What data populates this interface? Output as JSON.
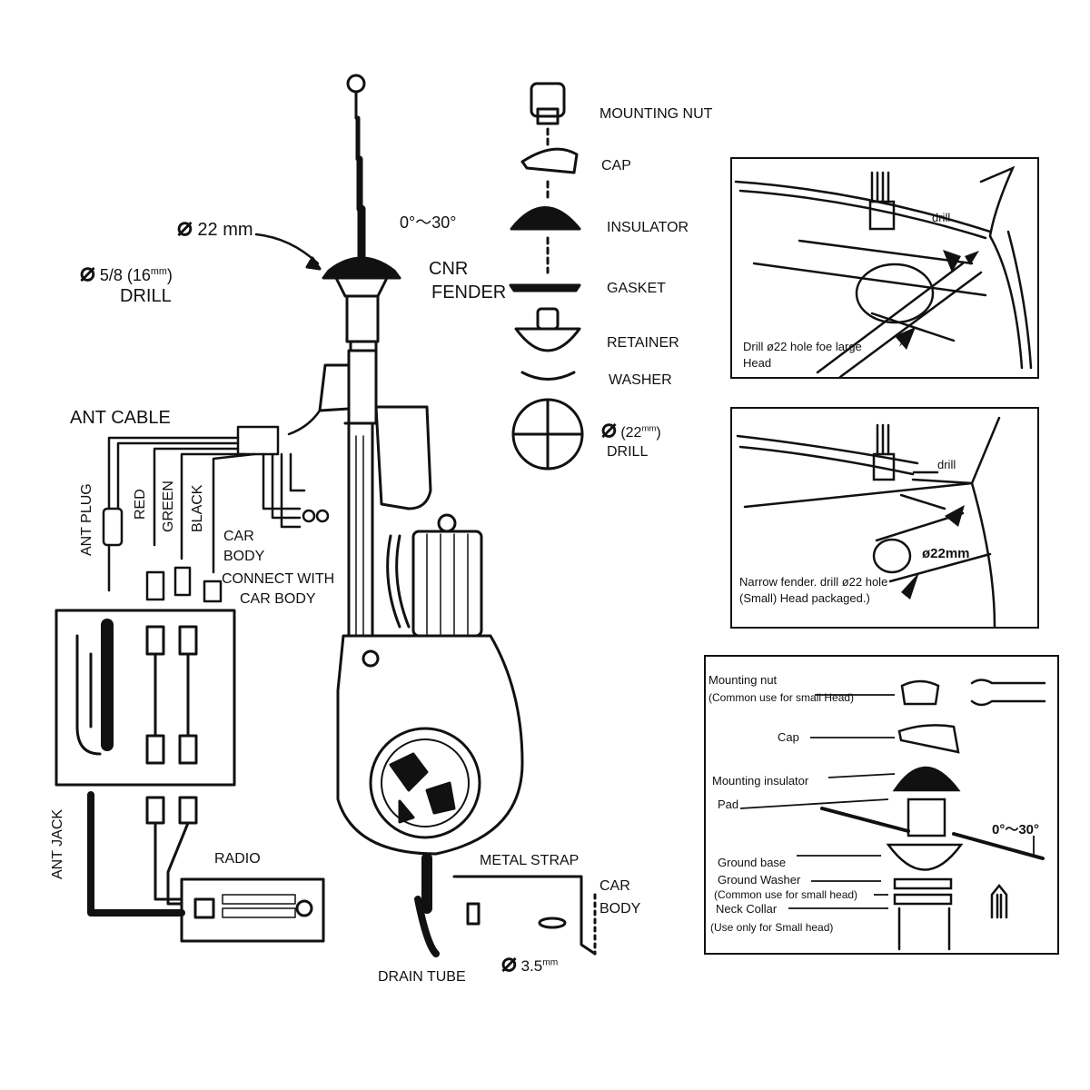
{
  "main_labels": {
    "dia_22mm": "22 mm",
    "angle": "0°～30°",
    "dia_drill_size": "5/8 (16",
    "dia_drill_unit": "mm",
    "dia_drill_close": ")",
    "drill": "DRILL",
    "cnr": "CNR",
    "fender": "FENDER",
    "ant_cable": "ANT CABLE",
    "ant_plug": "ANT PLUG",
    "red": "RED",
    "green": "GREEN",
    "black": "BLACK",
    "car_body": "CAR\nBODY",
    "connect_with": "CONNECT WITH",
    "car_body_2": "CAR BODY",
    "ant_jack": "ANT JACK",
    "radio": "RADIO",
    "metal_strap": "METAL STRAP",
    "car": "CAR",
    "body": "BODY",
    "drain_tube": "DRAIN TUBE",
    "dia_35": "3.5",
    "dia_35_unit": "mm"
  },
  "parts_list": {
    "mounting_nut": "MOUNTING NUT",
    "cap": "CAP",
    "insulator": "INSULATOR",
    "gasket": "GASKET",
    "retainer": "RETAINER",
    "washer": "WASHER",
    "hole_open": "(22",
    "hole_unit": "mm",
    "hole_close": ")",
    "drill": "DRILL"
  },
  "panel_large_head": {
    "drill_arrow": "drill",
    "caption": "Drill ø22 hole foe large Head"
  },
  "panel_narrow_fender": {
    "drill_arrow": "drill",
    "size": "ø22mm",
    "caption": "Narrow fender. drill ø22 hole (Small) Head packaged.)"
  },
  "panel_small_head": {
    "mounting_nut": "Mounting nut",
    "mounting_nut_note": "(Common use for small Head)",
    "cap": "Cap",
    "mounting_insulator": "Mounting insulator",
    "pad": "Pad",
    "angle": "0°～30°",
    "ground_base": "Ground base",
    "ground_washer": "Ground Washer",
    "ground_washer_note": "(Common use for small head)",
    "neck_collar": "Neck Collar",
    "neck_collar_note": "(Use only for Small head)"
  }
}
